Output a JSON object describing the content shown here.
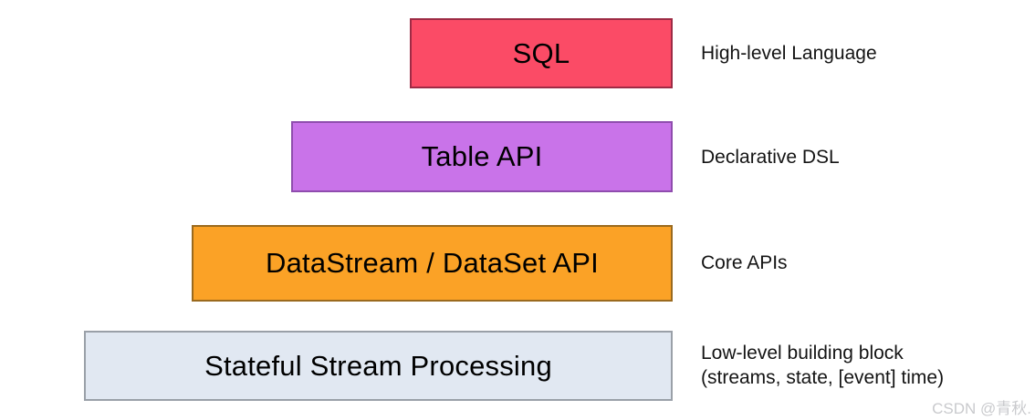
{
  "layers": [
    {
      "label": "SQL",
      "notes": [
        "High-level Language"
      ],
      "fill": "#fb4b66",
      "border": "#9e2b45"
    },
    {
      "label": "Table API",
      "notes": [
        "Declarative DSL"
      ],
      "fill": "#c973e9",
      "border": "#8f4dae"
    },
    {
      "label": "DataStream / DataSet API",
      "notes": [
        "Core APIs"
      ],
      "fill": "#fba226",
      "border": "#9a6a1e"
    },
    {
      "label": "Stateful Stream Processing",
      "notes": [
        "Low-level building block",
        "(streams, state, [event] time)"
      ],
      "fill": "#e1e8f2",
      "border": "#9aa0a8"
    }
  ],
  "watermark": {
    "text": "CSDN @青秋.",
    "color": "#c9cacd"
  }
}
